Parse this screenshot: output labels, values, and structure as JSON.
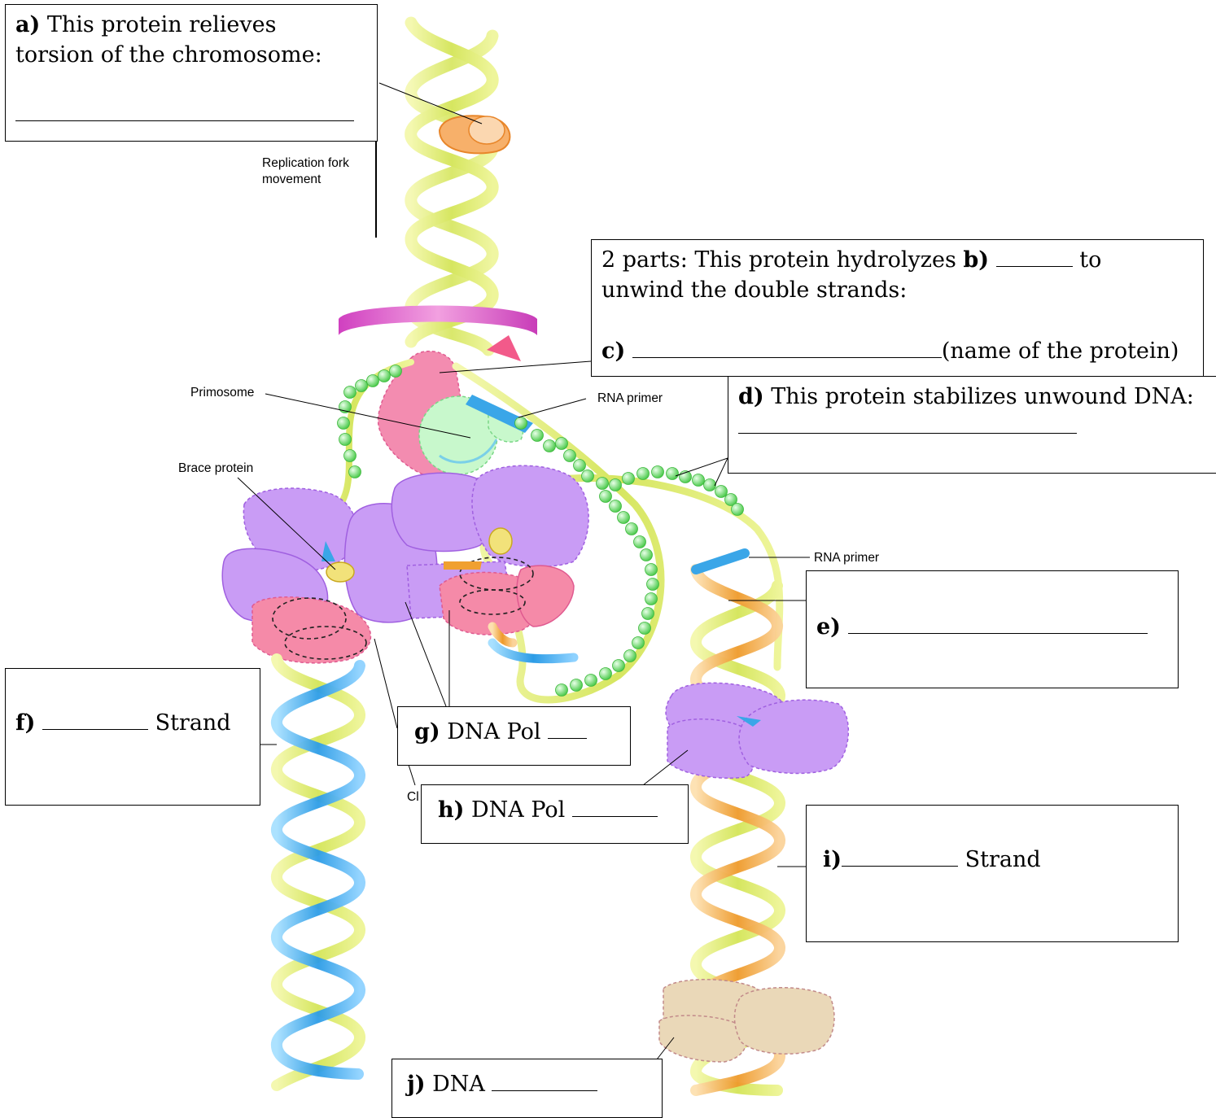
{
  "labels": {
    "replication_fork": "Replication fork\nmovement",
    "primosome": "Primosome",
    "rna_primer_top": "RNA primer",
    "brace_protein": "Brace protein",
    "rna_primer_right": "RNA primer",
    "clamp_fragment": "Cl"
  },
  "boxes": {
    "a": {
      "letter": "a)",
      "line1": " This protein relieves",
      "line2": "torsion of the chromosome:"
    },
    "bc": {
      "prefix": "2 parts:  This protein hydrolyzes ",
      "b_letter": "b)",
      "b_suffix": " to",
      "line2": "unwind the double strands:",
      "c_letter": "c)",
      "c_suffix": "(name of the protein)"
    },
    "d": {
      "letter": "d)",
      "text": " This protein stabilizes unwound DNA:"
    },
    "e": {
      "letter": "e)"
    },
    "f": {
      "letter": "f)",
      "suffix": " Strand"
    },
    "g": {
      "letter": "g)",
      "text": " DNA Pol "
    },
    "h": {
      "letter": "h)",
      "text": " DNA Pol "
    },
    "i": {
      "letter": "i)",
      "suffix": " Strand"
    },
    "j": {
      "letter": "j)",
      "text": " DNA "
    }
  },
  "colors": {
    "strand_yellow": "#d9e86a",
    "strand_blue": "#3aa6e8",
    "strand_orange": "#f0a030",
    "polymerase_purple": "#c99cf5",
    "clamp_pink": "#f58aa8",
    "helicase_pink": "#f07aa5",
    "primase_green": "#b8f5c0",
    "ssb_green": "#6edc6e",
    "topoisomerase_orange": "#f7b06a",
    "ligase_tan": "#ead8b8",
    "rotation_magenta": "#d040c0"
  }
}
